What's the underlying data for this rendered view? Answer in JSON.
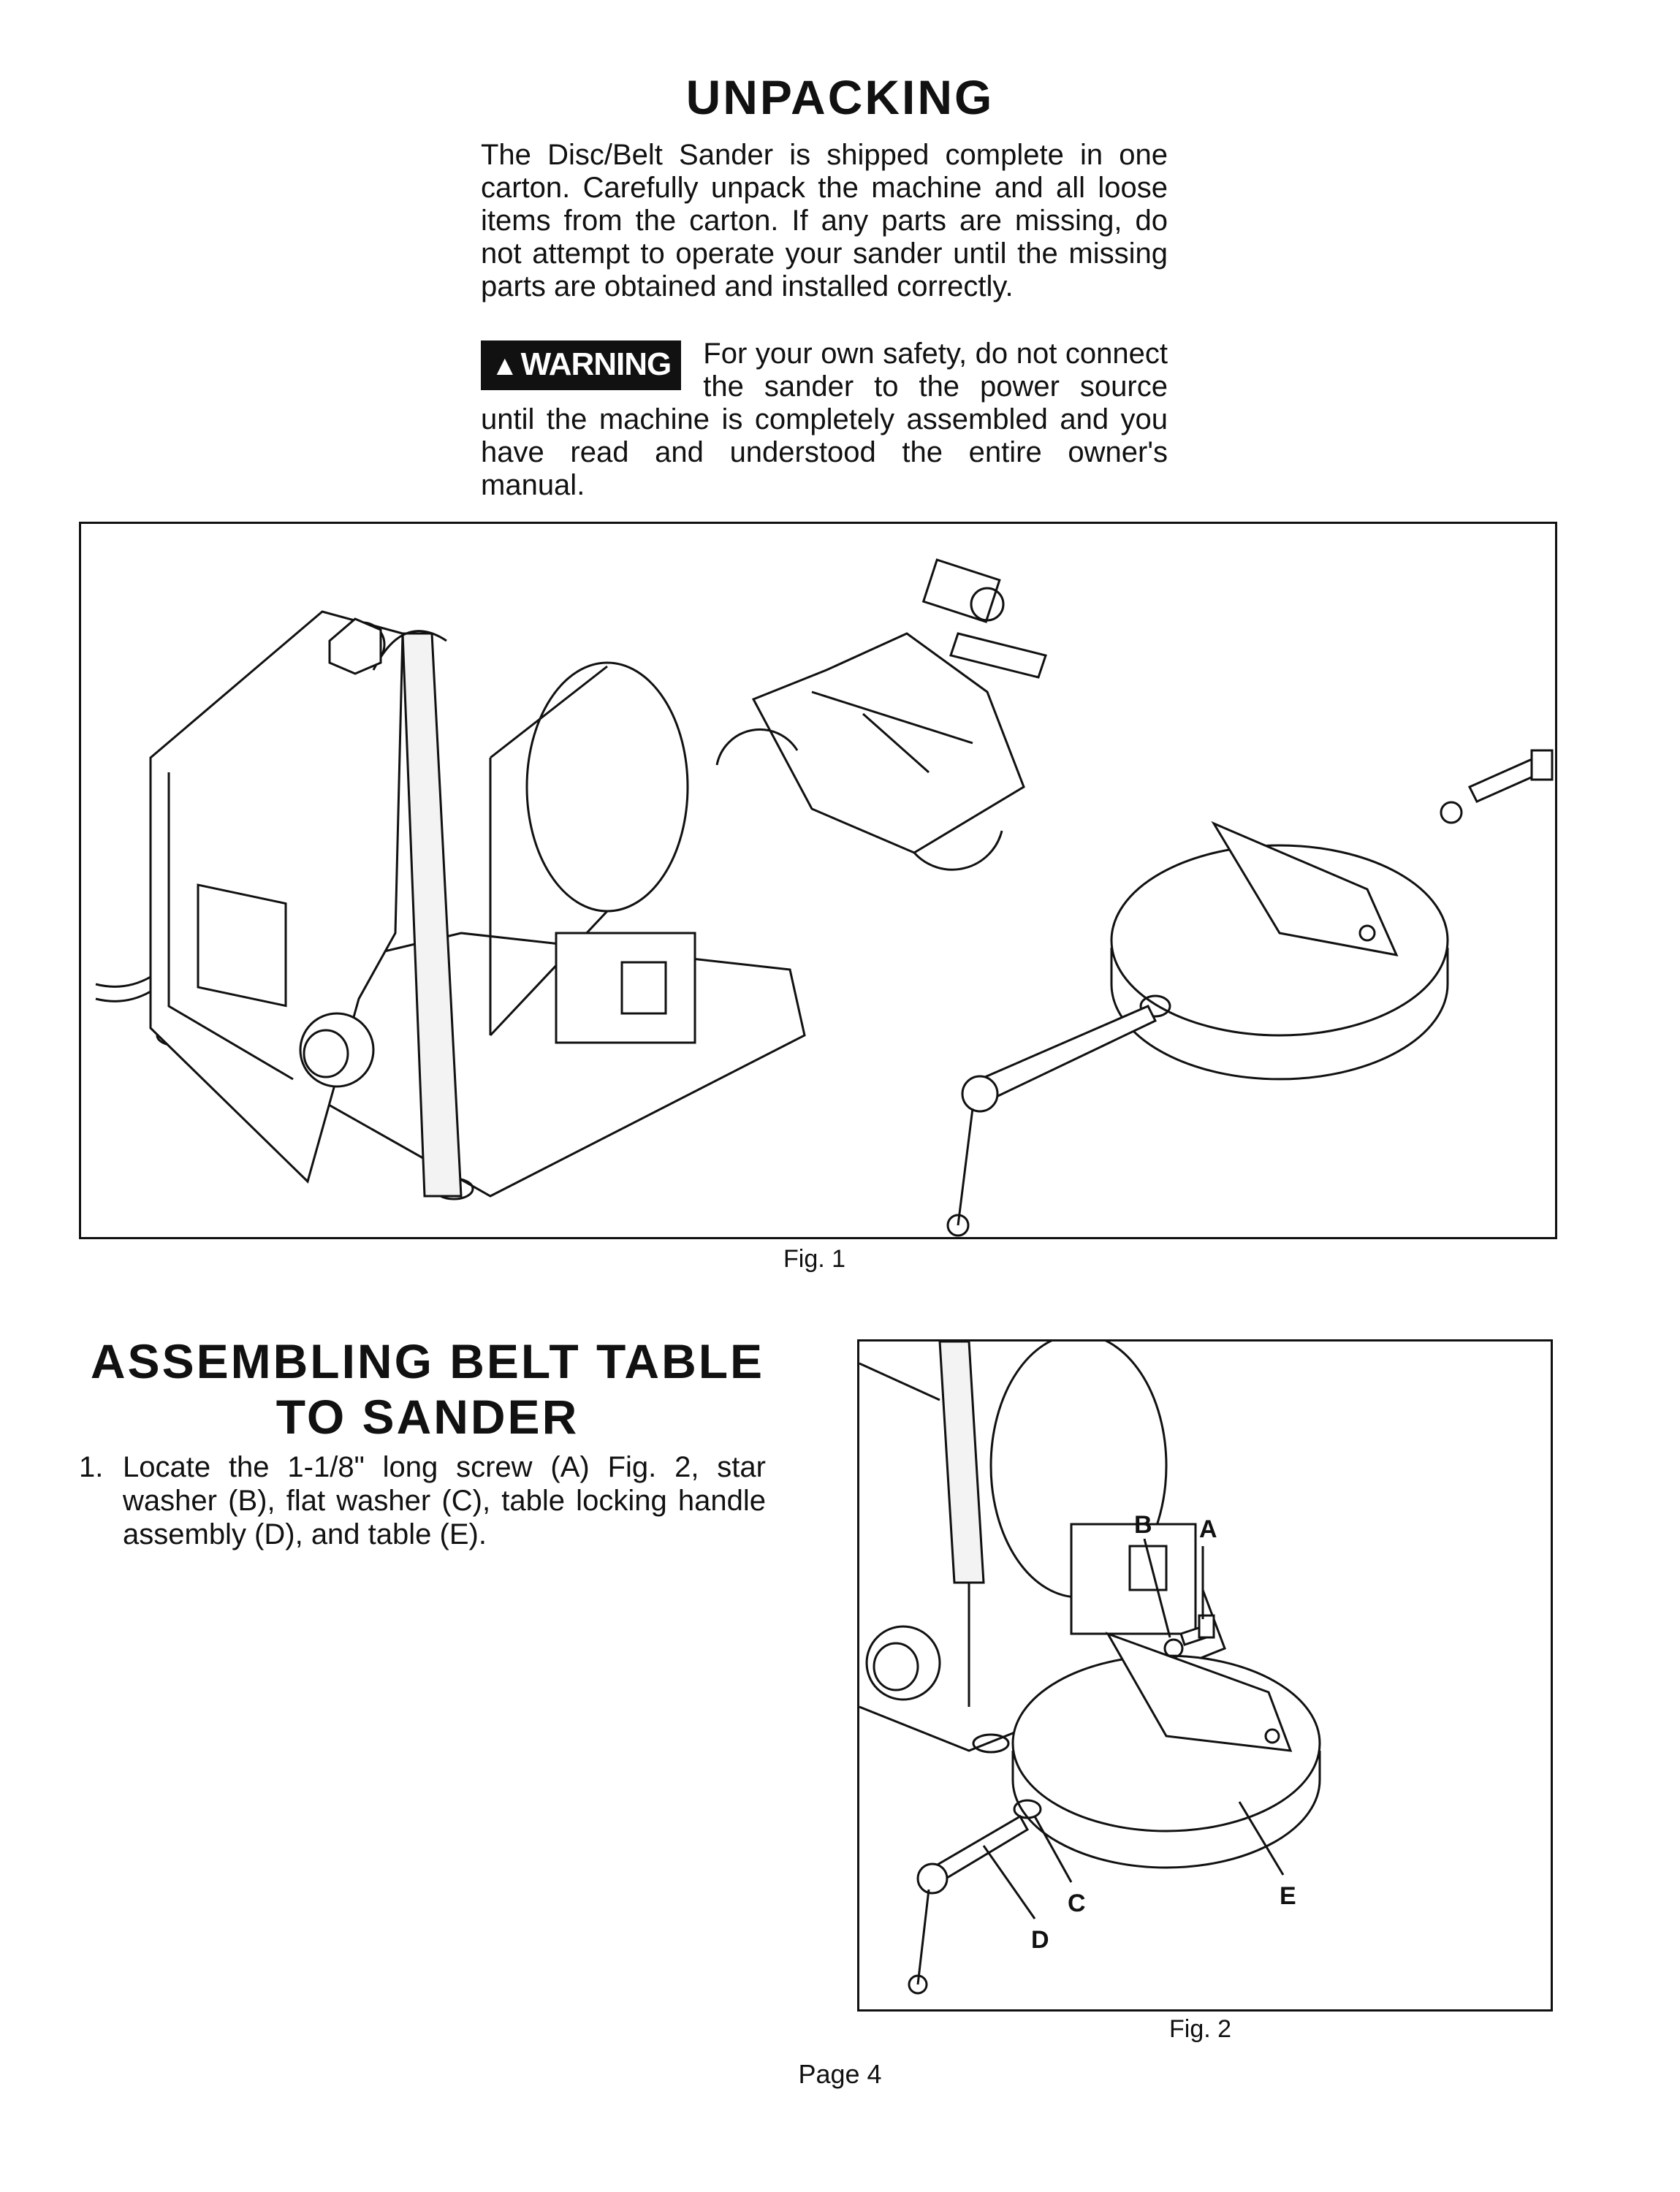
{
  "unpacking": {
    "heading": "UNPACKING",
    "paragraph": "The Disc/Belt Sander is shipped complete in one carton. Carefully unpack the machine and all loose items from the carton. If any parts are missing, do not attempt to operate your sander until the missing parts are obtained and installed correctly.",
    "warning_label": "WARNING",
    "warning_text": "For your own safety, do not connect the sander to the power source until the machine is completely assembled and you have read and understood the entire owner's manual."
  },
  "figures": {
    "fig1_caption": "Fig. 1",
    "fig2_caption": "Fig. 2",
    "fig2_labels": {
      "a": "A",
      "b": "B",
      "c": "C",
      "d": "D",
      "e": "E"
    }
  },
  "assembling": {
    "heading_line1": "ASSEMBLING BELT TABLE",
    "heading_line2": "TO SANDER",
    "steps": [
      {
        "number": "1.",
        "text": "Locate the 1-1/8\" long screw (A) Fig. 2, star washer (B), flat washer (C), table locking handle assembly (D), and table (E)."
      }
    ]
  },
  "footer": {
    "page": "Page 4"
  }
}
